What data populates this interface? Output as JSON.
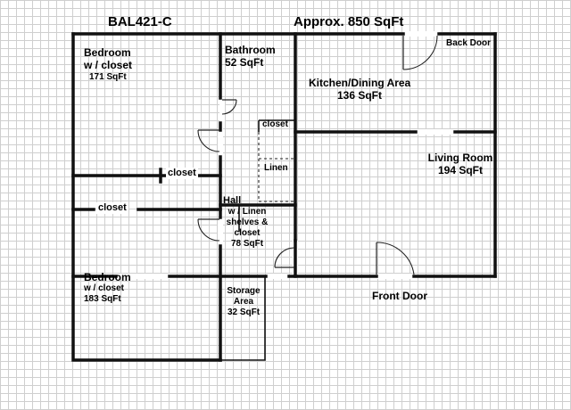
{
  "plan_id": "BAL421-C",
  "total_area": "Approx. 850 SqFt",
  "rooms": {
    "bedroom1": {
      "line1": "Bedroom",
      "line2": "w / closet",
      "area": "171 SqFt"
    },
    "bathroom": {
      "name": "Bathroom",
      "area": "52 SqFt"
    },
    "kitchen": {
      "name": "Kitchen/Dining Area",
      "area": "136 SqFt"
    },
    "living": {
      "name": "Living Room",
      "area": "194 SqFt"
    },
    "hall": {
      "line1": "Hall",
      "line2": "w / Linen",
      "line3": "shelves &",
      "line4": "closet",
      "area": "78 SqFt"
    },
    "bedroom2": {
      "line1": "Bedroom",
      "line2": "w / closet",
      "area": "183 SqFt"
    },
    "storage": {
      "line1": "Storage",
      "line2": "Area",
      "area": "32 SqFt"
    }
  },
  "closets": {
    "closet_top": "closet",
    "closet_bed1": "closet",
    "closet_bed2": "closet",
    "linen": "Linen"
  },
  "doors": {
    "back": "Back Door",
    "front": "Front Door"
  }
}
